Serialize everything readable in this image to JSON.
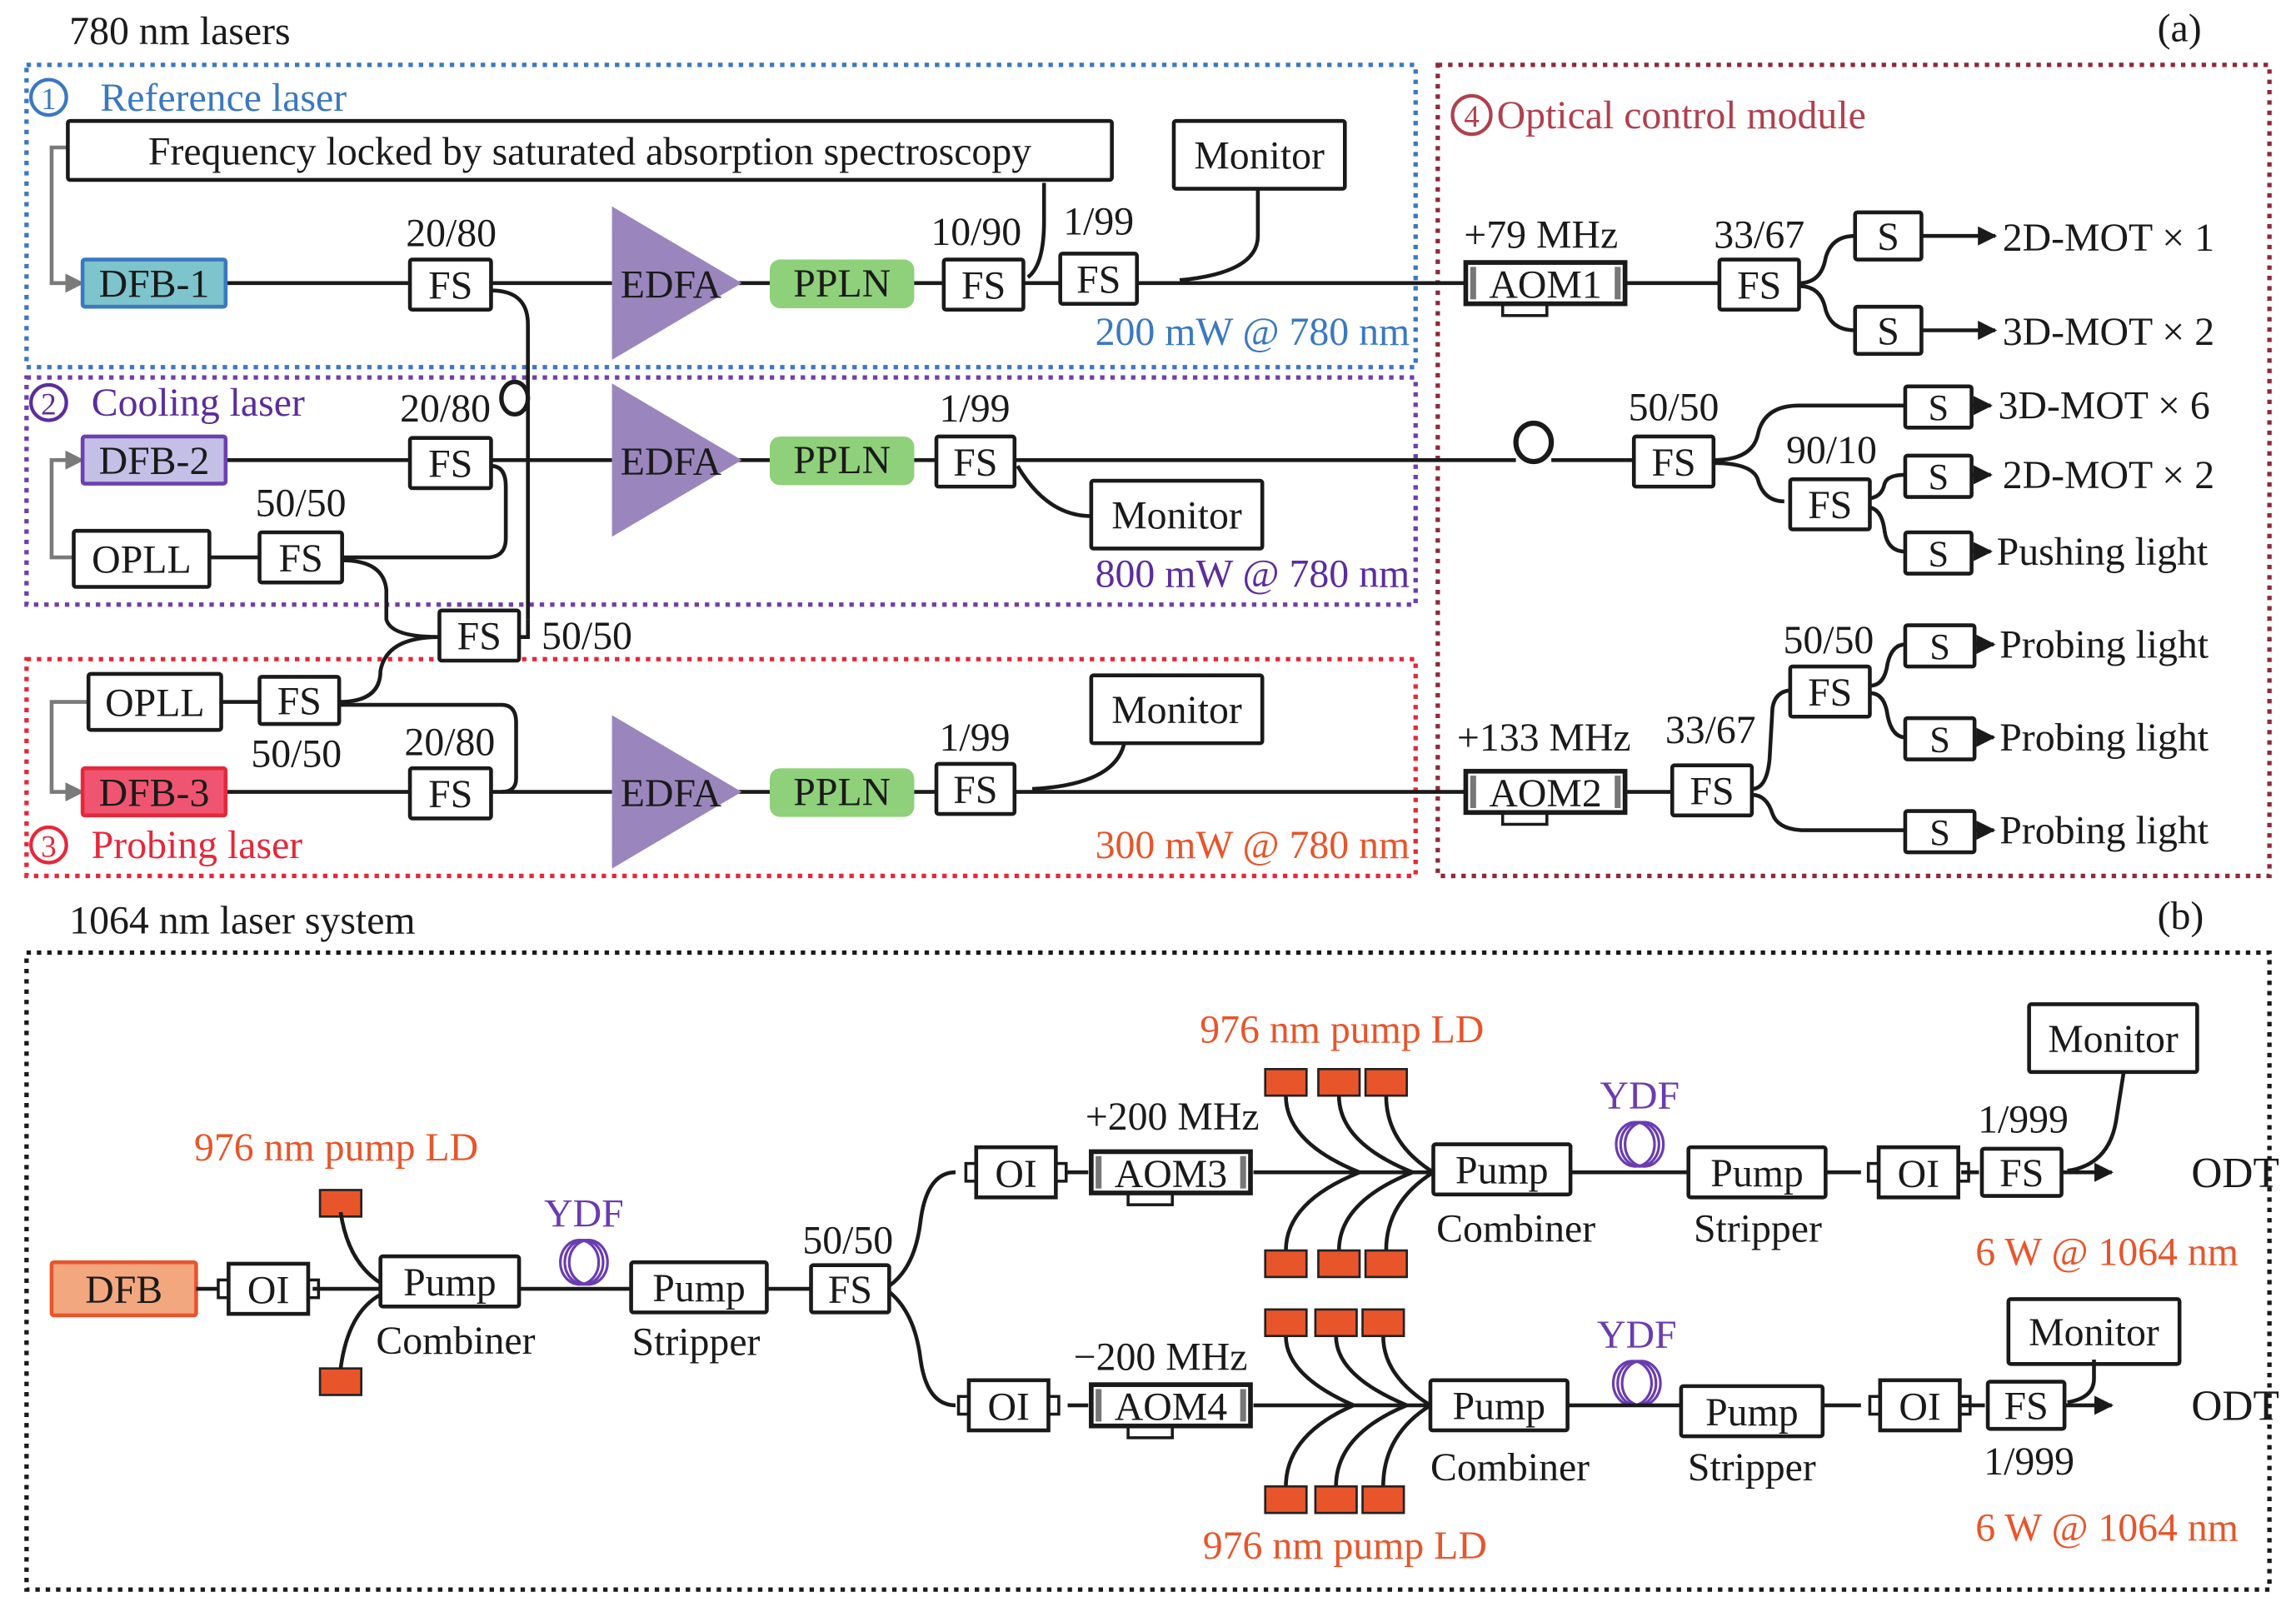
{
  "panel_a": {
    "title": "780 nm lasers",
    "tag": "(a)",
    "sections": {
      "reference": {
        "number": "1",
        "label": "Reference laser",
        "color": "#3b78c0"
      },
      "cooling": {
        "number": "2",
        "label": "Cooling laser",
        "color": "#5b2d9c"
      },
      "probing": {
        "number": "3",
        "label": "Probing laser",
        "color": "#e5283b"
      },
      "control": {
        "number": "4",
        "label": "Optical control module",
        "color": "#b0404f"
      }
    },
    "sas_box": "Frequency locked by saturated absorption spectroscopy",
    "dfb1": {
      "label": "DFB-1",
      "fill": "#7dc4cc",
      "stroke": "#3b78c0"
    },
    "dfb2": {
      "label": "DFB-2",
      "fill": "#c3bfe6",
      "stroke": "#6d3fb0"
    },
    "dfb3": {
      "label": "DFB-3",
      "fill": "#ef5570",
      "stroke": "#e5283b"
    },
    "opll": "OPLL",
    "fs": "FS",
    "edfa": {
      "label": "EDFA",
      "color": "#9a86bd"
    },
    "ppln": {
      "label": "PPLN",
      "color": "#8fd07a"
    },
    "monitor": "Monitor",
    "ratios": {
      "r20_80": "20/80",
      "r10_90": "10/90",
      "r1_99": "1/99",
      "r50_50": "50/50",
      "r33_67": "33/67",
      "r90_10": "90/10"
    },
    "powers": {
      "reference": {
        "text": "200 mW @ 780 nm",
        "color": "#3b78c0"
      },
      "cooling": {
        "text": "800 mW @ 780 nm",
        "color": "#5b2d9c"
      },
      "probing": {
        "text": "300 mW @ 780 nm",
        "color": "#e8552b"
      }
    },
    "aom1": {
      "label": "AOM1",
      "shift": "+79 MHz"
    },
    "aom2": {
      "label": "AOM2",
      "shift": "+133 MHz"
    },
    "shutter": "S",
    "outputs": {
      "ref_1": "2D-MOT × 1",
      "ref_2": "3D-MOT × 2",
      "cool_1": "3D-MOT × 6",
      "cool_2": "2D-MOT × 2",
      "cool_3": "Pushing light",
      "probe_1": "Probing light",
      "probe_2": "Probing light",
      "probe_3": "Probing light"
    }
  },
  "panel_b": {
    "title": "1064 nm laser system",
    "tag": "(b)",
    "dfb": {
      "label": "DFB",
      "fill": "#f3a77f",
      "stroke": "#e8552b"
    },
    "oi": "OI",
    "pump_ld_label": "976 nm pump LD",
    "pump_ld_color": "#e8552b",
    "pump": "Pump",
    "combiner": "Combiner",
    "stripper": "Stripper",
    "ydf": {
      "label": "YDF",
      "color": "#6a3cb0"
    },
    "fs": "FS",
    "r50_50": "50/50",
    "r1_999": "1/999",
    "aom3": {
      "label": "AOM3",
      "shift": "+200 MHz"
    },
    "aom4": {
      "label": "AOM4",
      "shift": "−200 MHz"
    },
    "monitor": "Monitor",
    "odt": "ODT",
    "power": {
      "text": "6 W @ 1064 nm",
      "color": "#e8552b"
    }
  }
}
